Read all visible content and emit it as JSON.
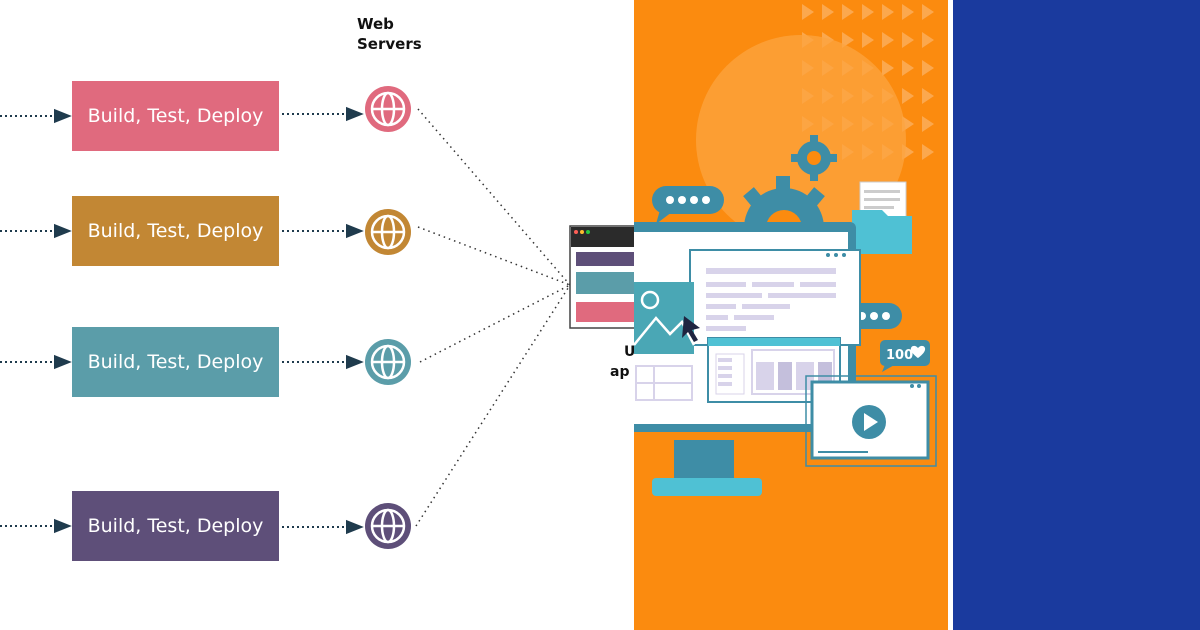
{
  "diagram": {
    "header_label_line1": "Web",
    "header_label_line2": "Servers",
    "stages": [
      {
        "label": "Build, Test, Deploy",
        "color": "#e06a7e"
      },
      {
        "label": "Build, Test, Deploy",
        "color": "#c28734"
      },
      {
        "label": "Build, Test, Deploy",
        "color": "#5b9da9"
      },
      {
        "label": "Build, Test, Deploy",
        "color": "#5e4f79"
      }
    ],
    "clipped_label_line1": "U",
    "clipped_label_line2": "ap"
  },
  "illustration": {
    "panel_color": "#fb8b0f",
    "accent_color": "#3e8da6",
    "light_accent": "#4fc1d4",
    "side_panel_color": "#1a3a9e",
    "like_count": "100",
    "icons": [
      "gear-icon",
      "chat-bubble-icon",
      "folder-icon",
      "image-icon",
      "cursor-icon",
      "play-icon",
      "heart-icon"
    ]
  }
}
